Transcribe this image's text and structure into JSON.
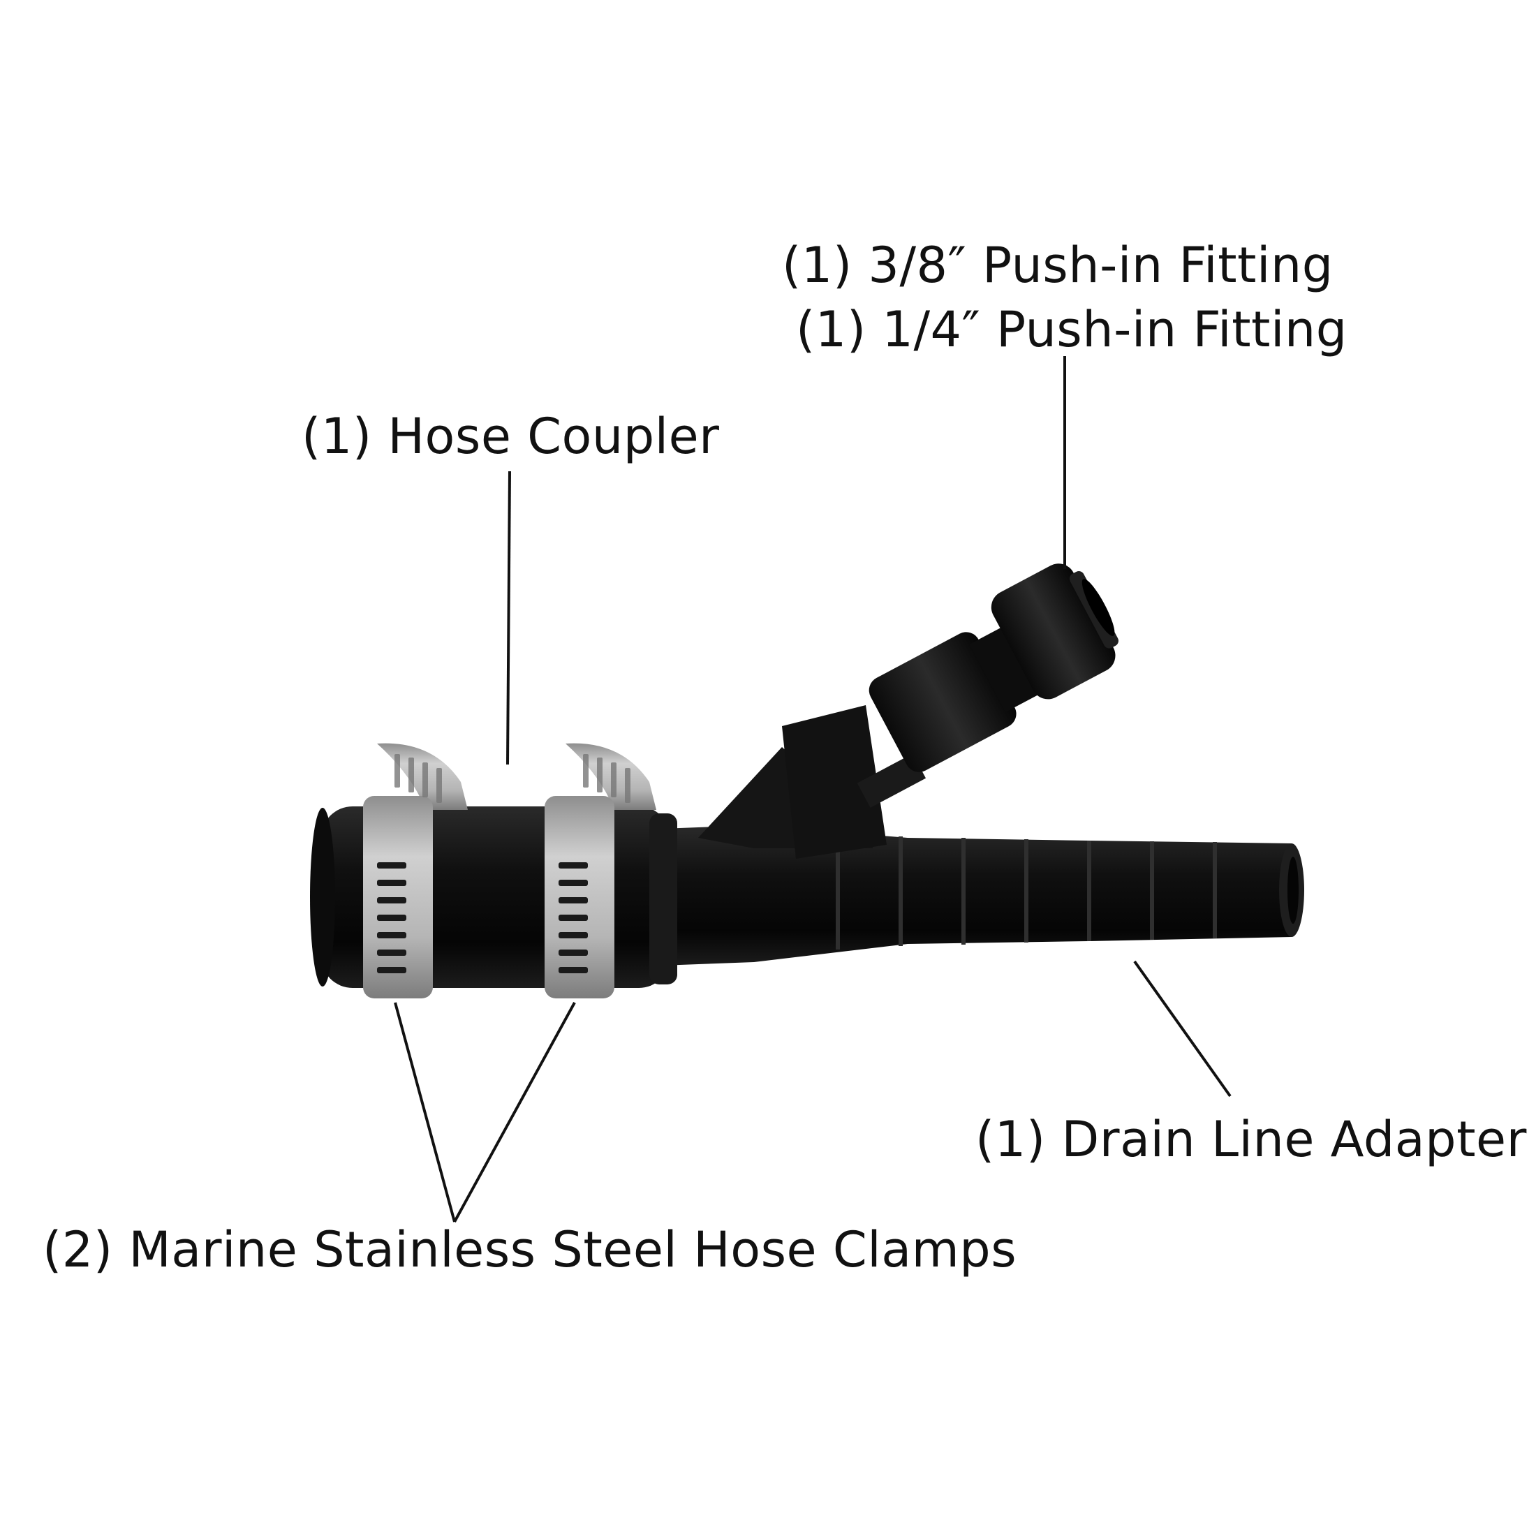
{
  "labels": {
    "push_fitting_3_8": "(1) 3/8″ Push-in Fitting",
    "push_fitting_1_4": "(1) 1/4″ Push-in Fitting",
    "hose_coupler": "(1) Hose Coupler",
    "drain_line_adapter": "(1) Drain Line Adapter",
    "hose_clamps": "(2) Marine Stainless Steel Hose Clamps"
  },
  "colors": {
    "background": "#ffffff",
    "text": "#111111",
    "rubber": "#141414",
    "steel": "#a9a9a9"
  }
}
